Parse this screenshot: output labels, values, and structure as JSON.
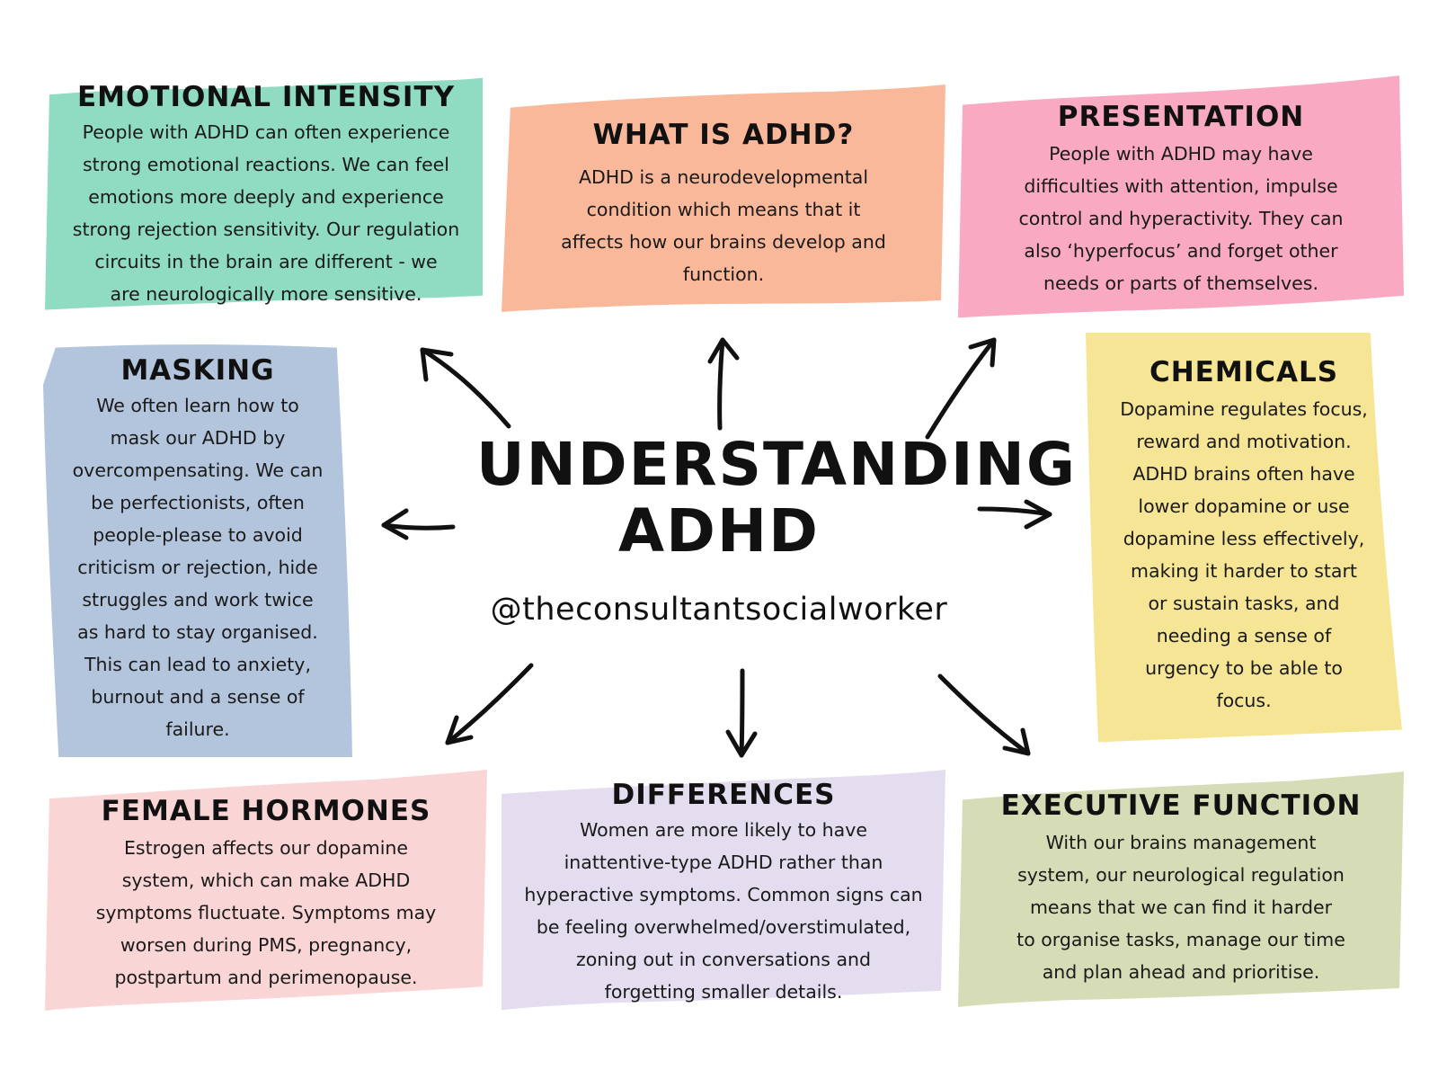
{
  "title": {
    "line1": "UNDERSTANDING",
    "line2": "ADHD",
    "handle": "@theconsultantsocialworker"
  },
  "colors": {
    "emotional": "#8fdcc3",
    "what": "#fab89a",
    "presentation": "#f9a9c2",
    "masking": "#b3c5dd",
    "chemicals": "#f5e595",
    "female": "#fad5d5",
    "differences": "#e4dcef",
    "executive": "#d6dcb6",
    "ink": "#111111"
  },
  "cards": {
    "emotional": {
      "title": "EMOTIONAL INTENSITY",
      "lines": [
        "People with ADHD can often experience",
        "strong emotional reactions. We can feel",
        "emotions more deeply and experience",
        "strong rejection sensitivity. Our regulation",
        "circuits in the brain are different - we",
        "are neurologically more sensitive."
      ]
    },
    "what": {
      "title": "WHAT IS ADHD?",
      "lines": [
        "ADHD is a neurodevelopmental",
        "condition which means that it",
        "affects how our brains develop and",
        "function."
      ]
    },
    "presentation": {
      "title": "PRESENTATION",
      "lines": [
        "People with ADHD may have",
        "difficulties with attention, impulse",
        "control and hyperactivity. They can",
        "also ‘hyperfocus’ and forget other",
        "needs or parts of themselves."
      ]
    },
    "masking": {
      "title": "MASKING",
      "lines": [
        "We often learn how to",
        "mask our ADHD by",
        "overcompensating. We can",
        "be perfectionists, often",
        "people-please to avoid",
        "criticism or rejection, hide",
        "struggles and work twice",
        "as hard to stay organised.",
        "This can lead to anxiety,",
        "burnout and a sense of",
        "failure."
      ]
    },
    "chemicals": {
      "title": "CHEMICALS",
      "lines": [
        "Dopamine regulates focus,",
        "reward and motivation.",
        "ADHD brains often have",
        "lower dopamine or use",
        "dopamine less effectively,",
        "making it harder to start",
        "or sustain tasks, and",
        "needing a sense of",
        "urgency to be able to",
        "focus."
      ]
    },
    "female": {
      "title": "FEMALE HORMONES",
      "lines": [
        "Estrogen affects our dopamine",
        "system, which can make ADHD",
        "symptoms fluctuate. Symptoms may",
        "worsen during PMS, pregnancy,",
        "postpartum and perimenopause."
      ]
    },
    "differences": {
      "title": "DIFFERENCES",
      "lines": [
        "Women are more likely to have",
        "inattentive-type ADHD rather than",
        "hyperactive symptoms. Common signs can",
        "be feeling overwhelmed/overstimulated,",
        "zoning out in conversations and",
        "forgetting smaller details."
      ]
    },
    "executive": {
      "title": "EXECUTIVE FUNCTION",
      "lines": [
        "With our brains management",
        "system, our neurological regulation",
        "means that we can find it harder",
        "to organise tasks, manage our time",
        "and plan ahead and prioritise."
      ]
    }
  }
}
